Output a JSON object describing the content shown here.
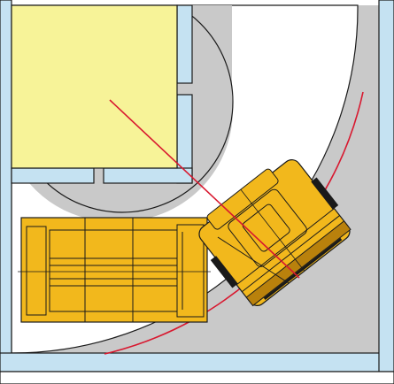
{
  "colors": {
    "background": "#ffffff",
    "wall_blue": "#c5e2f2",
    "wall_outline": "#1a1a1a",
    "floor_gray": "#c9c9c9",
    "area_yellow": "#f7f398",
    "machine_yellow": "#f2b81c",
    "machine_dark": "#b9810c",
    "radius_red": "#d8182f"
  },
  "elements": {
    "wall_frame": "wall-frame",
    "turning_area": "turning-area",
    "pivot_circle": "pivot-circle",
    "storage_area": "storage-area",
    "turning_arc": "turning-arc",
    "radius_line": "radius-line",
    "rear_section": "machine-rear-section",
    "front_section": "machine-front-section"
  }
}
